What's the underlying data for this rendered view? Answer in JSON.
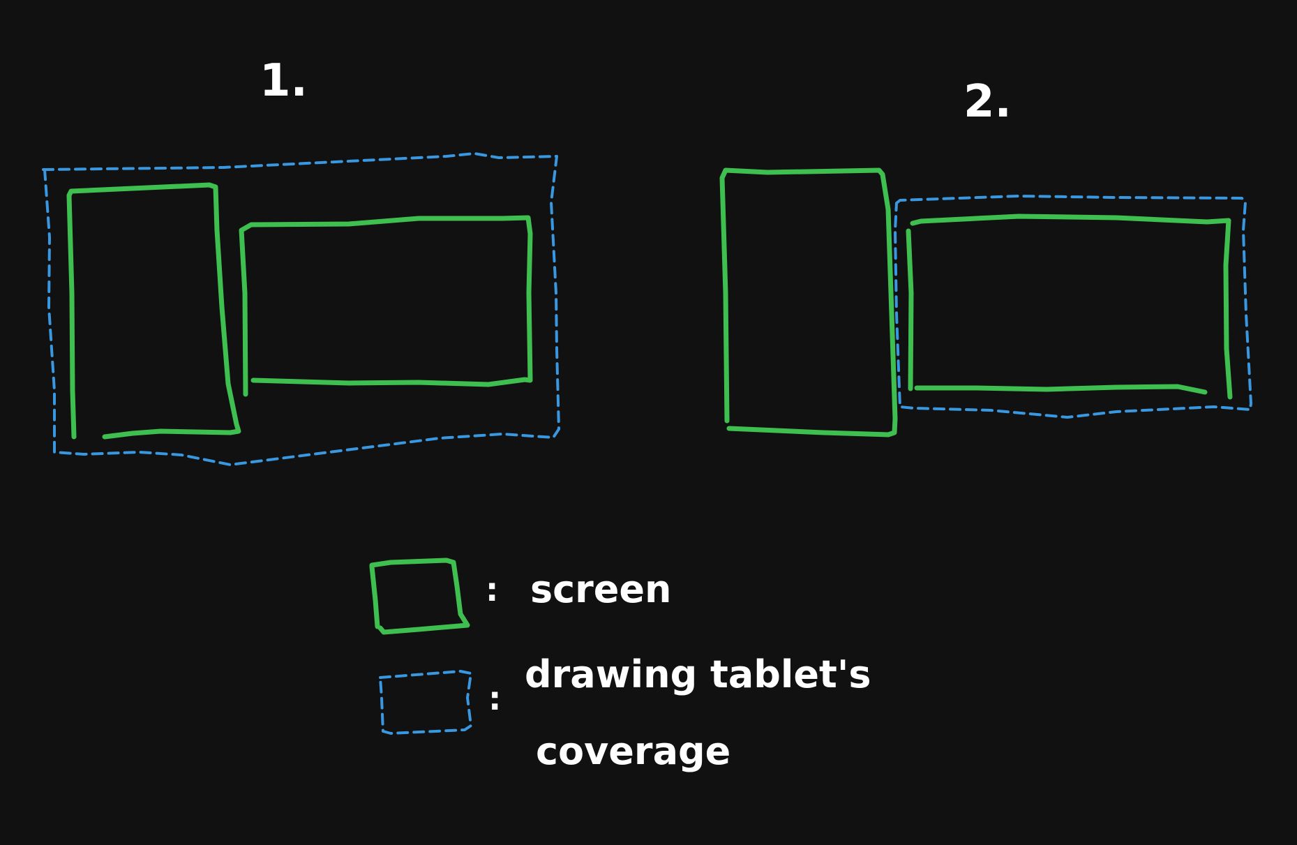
{
  "diagrams": [
    {
      "label": "1."
    },
    {
      "label": "2."
    }
  ],
  "legend": {
    "screen": {
      "label": "screen",
      "color": "#3fbf4f",
      "style": "solid"
    },
    "coverage": {
      "label_line1": "drawing tablet's",
      "label_line2": "coverage",
      "color": "#3a98e0",
      "style": "dashed"
    },
    "separator": ":"
  },
  "background": "#111111"
}
